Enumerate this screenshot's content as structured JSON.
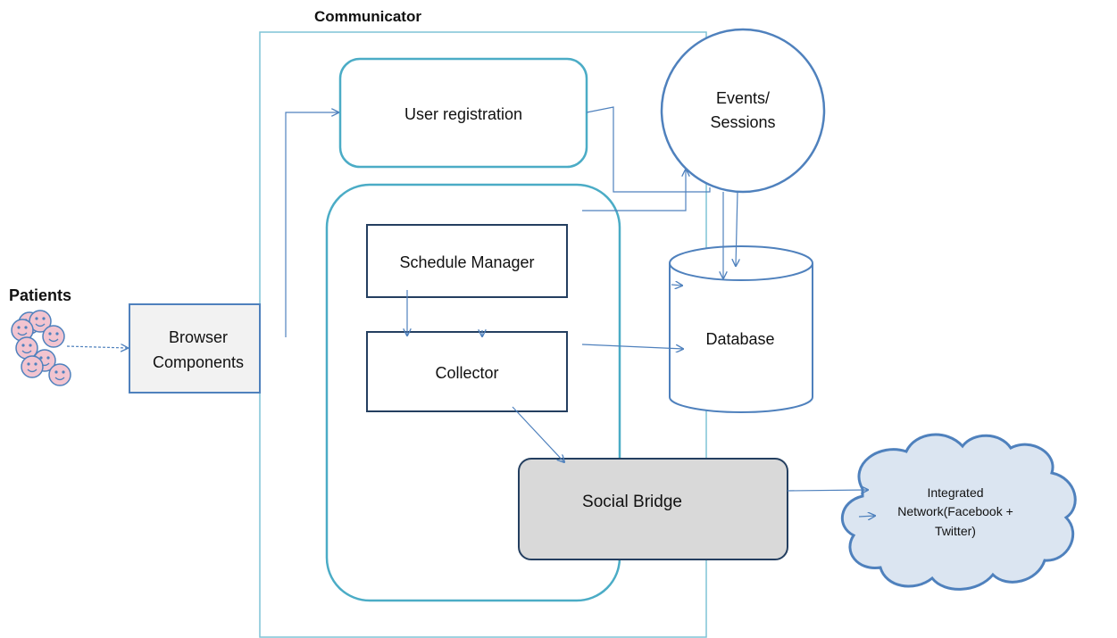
{
  "title": "Communicator",
  "patients_label": "Patients",
  "nodes": {
    "browser": [
      "Browser",
      "Components"
    ],
    "user_registration": "User registration",
    "events_sessions": [
      "Events/",
      "Sessions"
    ],
    "schedule_manager": "Schedule Manager",
    "collector": "Collector",
    "database": "Database",
    "social_bridge": "Social Bridge",
    "integrated_network": [
      "Integrated",
      "Network(Facebook +",
      "Twitter)"
    ]
  },
  "colors": {
    "teal_border": "#4bacc6",
    "navy_border": "#243f60",
    "arrow": "#4f81bd",
    "face_fill": "#f2c4d0",
    "gray_fill": "#d9d9d9",
    "light_fill": "#f2f2f2"
  }
}
